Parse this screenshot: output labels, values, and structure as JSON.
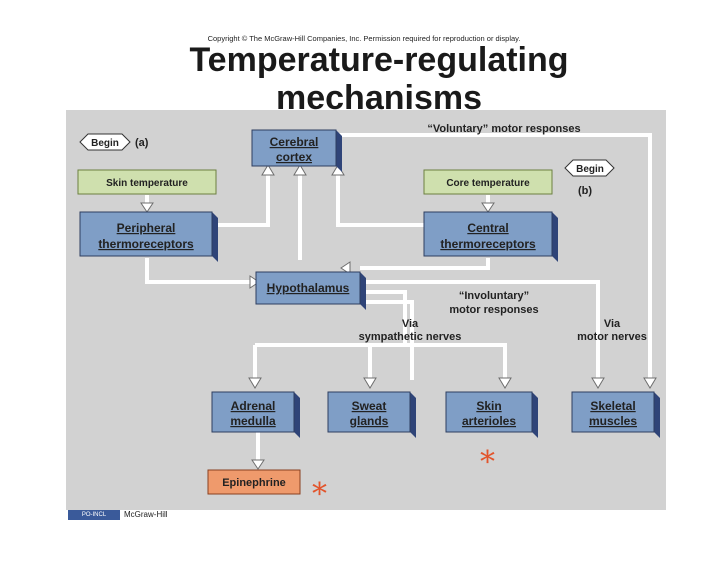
{
  "copyright": "Copyright © The McGraw-Hill Companies, Inc. Permission required for reproduction or display.",
  "title_line1": "Temperature-regulating",
  "title_line2": "mechanisms",
  "nodes": {
    "begin_a": "Begin",
    "label_a": "(a)",
    "begin_b": "Begin",
    "label_b": "(b)",
    "skin_temperature": "Skin temperature",
    "core_temperature": "Core temperature",
    "cerebral_cortex": [
      "Cerebral",
      "cortex"
    ],
    "peripheral": [
      "Peripheral",
      "thermoreceptors"
    ],
    "central": [
      "Central",
      "thermoreceptors"
    ],
    "hypothalamus": "Hypothalamus",
    "adrenal": [
      "Adrenal",
      "medulla"
    ],
    "sweat": [
      "Sweat",
      "glands"
    ],
    "skin_arterioles": [
      "Skin",
      "arterioles"
    ],
    "skeletal": [
      "Skeletal",
      "muscles"
    ],
    "epinephrine": "Epinephrine"
  },
  "labels": {
    "voluntary": "“Voluntary” motor responses",
    "involuntary": [
      "“Involuntary”",
      "motor responses"
    ],
    "via_sympathetic": [
      "Via",
      "sympathetic nerves"
    ],
    "via_motor": [
      "Via",
      "motor nerves"
    ]
  },
  "footer": {
    "logo": "PO-INCL",
    "publisher": "McGraw-Hill"
  },
  "marks": {
    "star1": "*",
    "star2": "*"
  },
  "colors": {
    "panel": "#d2d2d2",
    "blue_box": "#7f9ec6",
    "green_box": "#cfe0ae",
    "orange_box": "#ef9a6c",
    "asterisk": "#e2542b"
  }
}
